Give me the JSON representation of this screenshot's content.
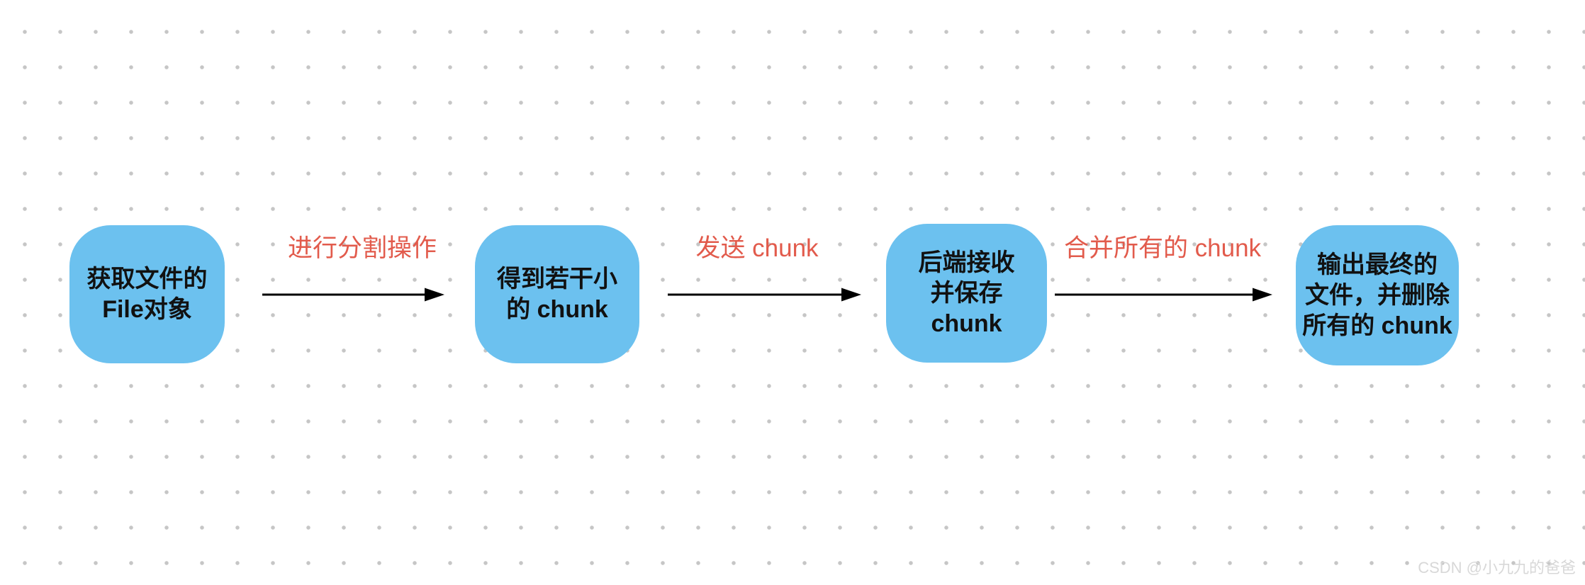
{
  "diagram": {
    "title": "file-chunk-upload-flow",
    "colors": {
      "background": "#FFFFFF",
      "node_fill": "#6CC1EF",
      "node_text": "#111111",
      "edge_label": "#E25B4C",
      "arrow": "#000000",
      "grid_dot": "#C6C6C6",
      "watermark": "#D8D8D8"
    },
    "nodes": [
      {
        "id": "get-file-object",
        "lines": [
          "获取文件的",
          "File对象"
        ]
      },
      {
        "id": "get-small-chunks",
        "lines": [
          "得到若干小",
          "的 chunk"
        ]
      },
      {
        "id": "backend-receive-save",
        "lines": [
          "后端接收",
          "并保存",
          "chunk"
        ]
      },
      {
        "id": "output-final-file",
        "lines": [
          "输出最终的",
          "文件，并删除",
          "所有的 chunk"
        ]
      }
    ],
    "edges": [
      {
        "from": "get-file-object",
        "to": "get-small-chunks",
        "label": "进行分割操作"
      },
      {
        "from": "get-small-chunks",
        "to": "backend-receive-save",
        "label": "发送 chunk"
      },
      {
        "from": "backend-receive-save",
        "to": "output-final-file",
        "label": "合并所有的 chunk"
      }
    ],
    "watermark_text": "CSDN @小九九的爸爸"
  }
}
